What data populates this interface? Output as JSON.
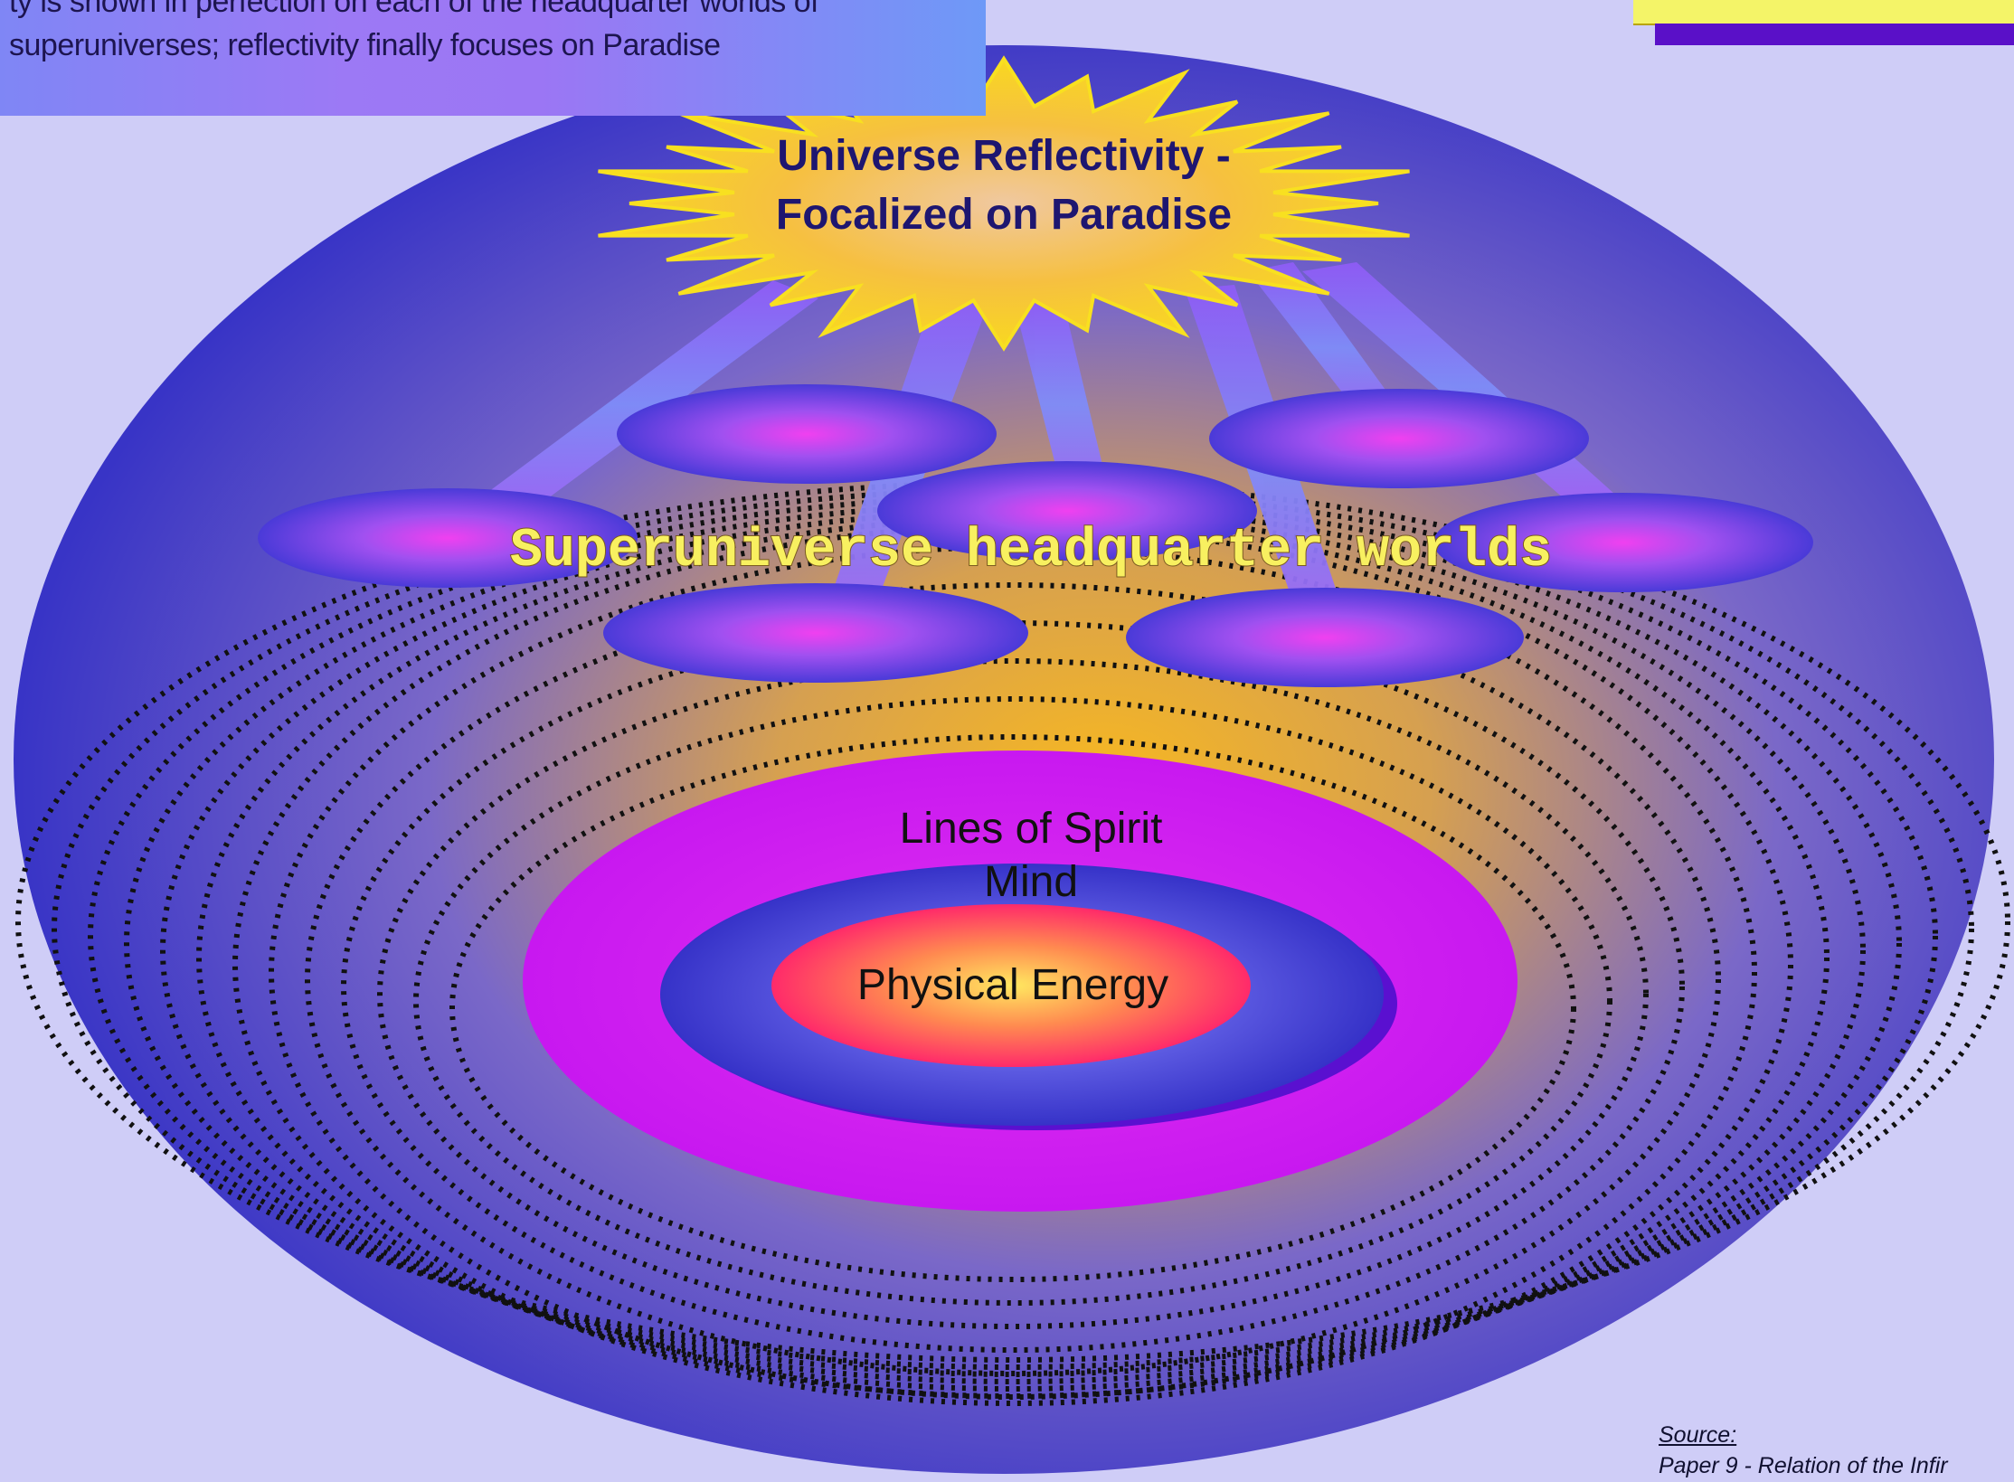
{
  "callout": {
    "line1": "ty is shown in perfection on each of the headquarter worlds of",
    "line2": "superuniverses; reflectivity finally focuses on Paradise"
  },
  "star": {
    "line1": "Universe Reflectivity -",
    "line2": "Focalized on Paradise"
  },
  "headquarters_label": "Superuniverse headquarter worlds",
  "rings": {
    "spirit": "Lines of Spirit",
    "mind": "Mind",
    "physical": "Physical Energy"
  },
  "source": {
    "label": "Source:",
    "text": "Paper 9 - Relation of the Infir"
  },
  "colors": {
    "background": "#cfcdf7",
    "outer_ellipse": "#3a36c8",
    "glow": "#f5b020",
    "star": "#f7d030",
    "spirit_ring": "#d018f0",
    "mind_ring": "#3c38d0",
    "physical_core": "#ff3060",
    "label_yellow": "#f8f060"
  }
}
